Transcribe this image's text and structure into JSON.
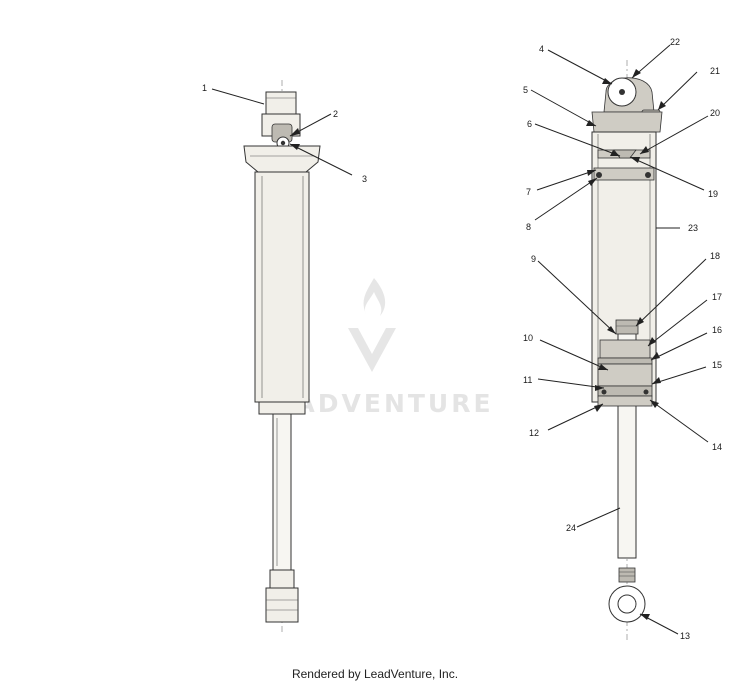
{
  "watermark": {
    "text": "LEADVENTURE"
  },
  "credit": "Rendered by LeadVenture, Inc.",
  "callouts": [
    {
      "id": "1",
      "label": "1"
    },
    {
      "id": "2",
      "label": "2"
    },
    {
      "id": "3",
      "label": "3"
    },
    {
      "id": "4",
      "label": "4"
    },
    {
      "id": "5",
      "label": "5"
    },
    {
      "id": "6",
      "label": "6"
    },
    {
      "id": "7",
      "label": "7"
    },
    {
      "id": "8",
      "label": "8"
    },
    {
      "id": "9",
      "label": "9"
    },
    {
      "id": "10",
      "label": "10"
    },
    {
      "id": "11",
      "label": "11"
    },
    {
      "id": "12",
      "label": "12"
    },
    {
      "id": "13",
      "label": "13"
    },
    {
      "id": "14",
      "label": "14"
    },
    {
      "id": "15",
      "label": "15"
    },
    {
      "id": "16",
      "label": "16"
    },
    {
      "id": "17",
      "label": "17"
    },
    {
      "id": "18",
      "label": "18"
    },
    {
      "id": "19",
      "label": "19"
    },
    {
      "id": "20",
      "label": "20"
    },
    {
      "id": "21",
      "label": "21"
    },
    {
      "id": "22",
      "label": "22"
    },
    {
      "id": "23",
      "label": "23"
    },
    {
      "id": "24",
      "label": "24"
    }
  ]
}
